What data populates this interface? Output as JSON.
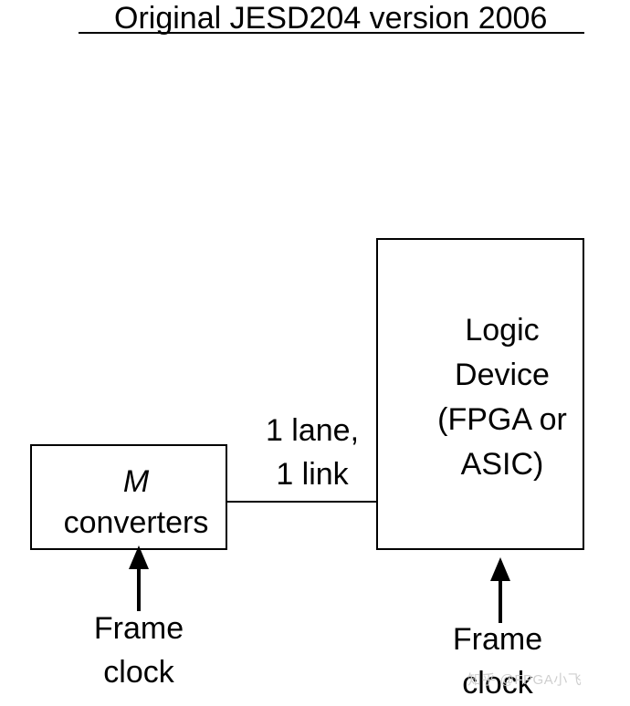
{
  "title": "Original JESD204 version 2006",
  "converter_block": {
    "symbol": "M",
    "label": "converters"
  },
  "link_label": {
    "line1": "1 lane,",
    "line2": "1 link"
  },
  "logic_block": {
    "line1": "Logic",
    "line2": "Device",
    "line3": "(FPGA or",
    "line4": "ASIC)"
  },
  "frame_clock_left": {
    "line1": "Frame",
    "line2": "clock"
  },
  "frame_clock_right": {
    "line1": "Frame",
    "line2": "clock"
  },
  "watermark": "知乎 @FPGA小飞"
}
